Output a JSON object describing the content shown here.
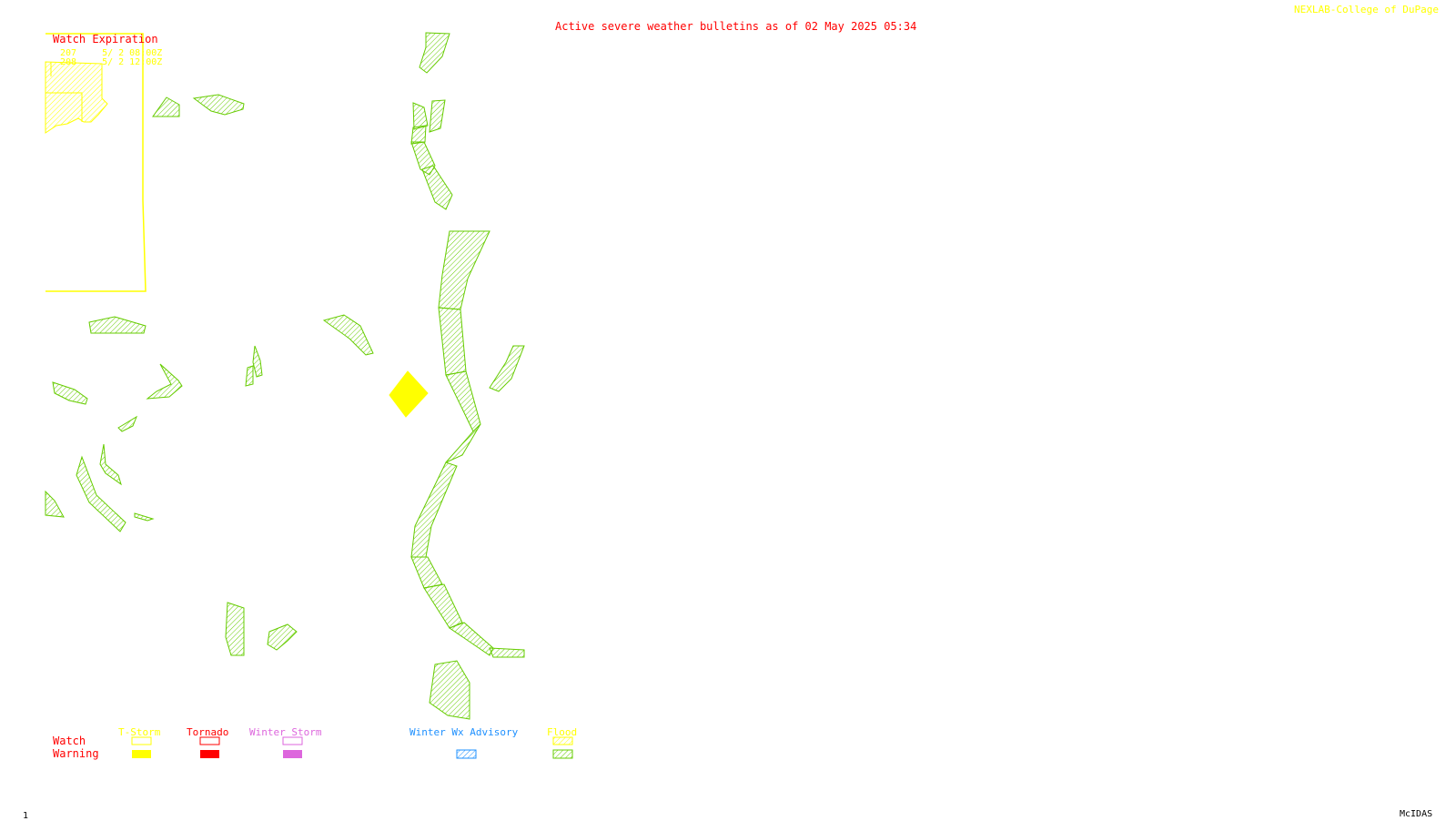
{
  "header": {
    "title": "Active severe weather bulletins as of 02 May 2025 05:34",
    "credit": "NEXLAB-College of DuPage"
  },
  "watch_expiration": {
    "title": "Watch Expiration",
    "rows": [
      {
        "number": "207",
        "time": "5/ 2 08:00Z"
      },
      {
        "number": "208",
        "time": "5/ 2 12:00Z"
      }
    ]
  },
  "legend": {
    "row_labels": {
      "watch": "Watch",
      "warning": "Warning"
    },
    "categories": [
      {
        "label": "T-Storm",
        "color": "#ffff00",
        "watch": true,
        "warning": true
      },
      {
        "label": "Tornado",
        "color": "#ff0000",
        "watch": true,
        "warning": true
      },
      {
        "label": "Winter Storm",
        "color": "#dd66dd",
        "watch": true,
        "warning": true
      },
      {
        "label": "Winter Wx Advisory",
        "color": "#1e90ff",
        "watch": false,
        "warning": true
      },
      {
        "label": "Flood",
        "color": "#ffff00",
        "warning_color": "#66cc00",
        "watch": true,
        "warning": true
      }
    ]
  },
  "colors": {
    "flood_warning": "#66cc00",
    "tstorm_warning": "#ffff00",
    "watch_outline": "#ffff00",
    "title_text": "#ff0000"
  },
  "footer": {
    "frame_number": "1",
    "software": "McIDAS"
  }
}
